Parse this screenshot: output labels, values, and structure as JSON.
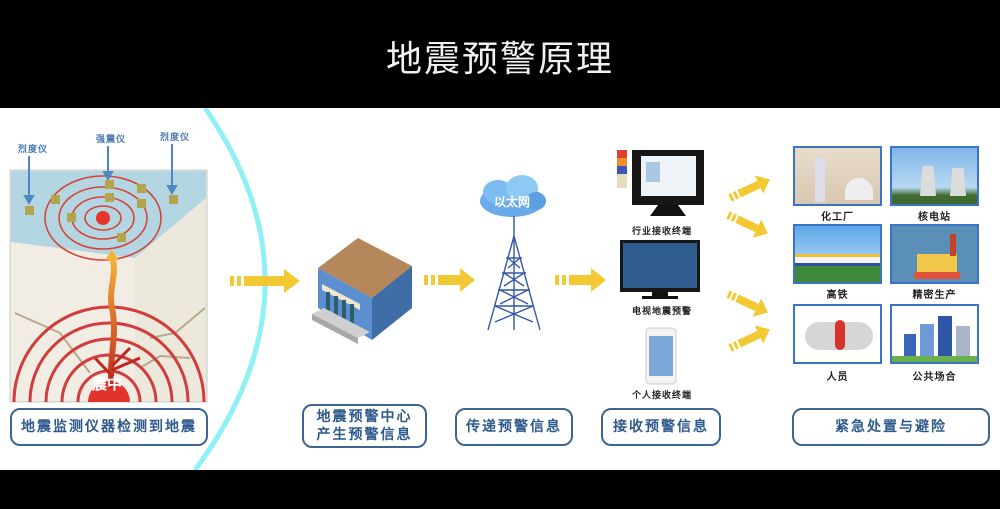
{
  "header": {
    "title": "地震预警原理"
  },
  "stage1": {
    "instruments": [
      "烈度仪",
      "强震仪",
      "烈度仪"
    ],
    "epicenter_label": "震中",
    "step_label": "地震监测仪器检测到地震"
  },
  "stage2": {
    "step_label_line1": "地震预警中心",
    "step_label_line2": "产生预警信息"
  },
  "stage3": {
    "cloud_label": "以太网",
    "step_label": "传递预警信息"
  },
  "stage4": {
    "terminals": [
      {
        "label": "行业接收终端",
        "icon": "industry-terminal-monitor-icon"
      },
      {
        "label": "电视地震预警",
        "icon": "tv-icon"
      },
      {
        "label": "个人接收终端",
        "icon": "smartphone-icon"
      }
    ],
    "step_label": "接收预警信息"
  },
  "stage5": {
    "targets": [
      {
        "label": "化工厂",
        "icon": "chemical-plant-icon"
      },
      {
        "label": "核电站",
        "icon": "nuclear-plant-icon"
      },
      {
        "label": "高铁",
        "icon": "high-speed-rail-icon"
      },
      {
        "label": "精密生产",
        "icon": "factory-icon"
      },
      {
        "label": "人员",
        "icon": "people-icon"
      },
      {
        "label": "公共场合",
        "icon": "city-icon"
      }
    ],
    "step_label": "紧急处置与避险"
  },
  "colors": {
    "arrow": "#f2c932",
    "box_border": "#3d6592",
    "box_text": "#2e5a8c",
    "arc": "#8ff0f5",
    "tile_border": "#3b73c8"
  }
}
